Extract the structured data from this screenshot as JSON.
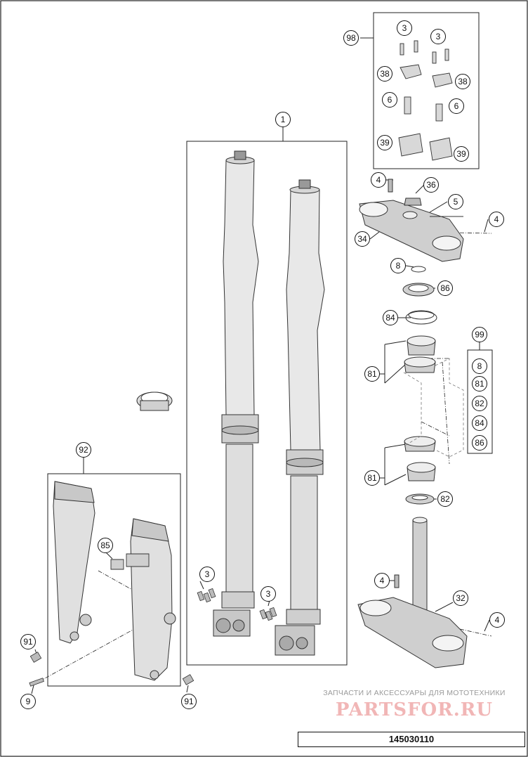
{
  "callouts": [
    {
      "id": "c1",
      "label": "1"
    },
    {
      "id": "c98",
      "label": "98"
    },
    {
      "id": "c3a",
      "label": "3"
    },
    {
      "id": "c3b",
      "label": "3"
    },
    {
      "id": "c38a",
      "label": "38"
    },
    {
      "id": "c38b",
      "label": "38"
    },
    {
      "id": "c6a",
      "label": "6"
    },
    {
      "id": "c6b",
      "label": "6"
    },
    {
      "id": "c39a",
      "label": "39"
    },
    {
      "id": "c39b",
      "label": "39"
    },
    {
      "id": "c4a",
      "label": "4"
    },
    {
      "id": "c36",
      "label": "36"
    },
    {
      "id": "c5",
      "label": "5"
    },
    {
      "id": "c4b",
      "label": "4"
    },
    {
      "id": "c34",
      "label": "34"
    },
    {
      "id": "c8",
      "label": "8"
    },
    {
      "id": "c86",
      "label": "86"
    },
    {
      "id": "c84",
      "label": "84"
    },
    {
      "id": "c99",
      "label": "99"
    },
    {
      "id": "c81a",
      "label": "81"
    },
    {
      "id": "c81b",
      "label": "81"
    },
    {
      "id": "c82",
      "label": "82"
    },
    {
      "id": "c92",
      "label": "92"
    },
    {
      "id": "c85",
      "label": "85"
    },
    {
      "id": "c3c",
      "label": "3"
    },
    {
      "id": "c3d",
      "label": "3"
    },
    {
      "id": "c4c",
      "label": "4"
    },
    {
      "id": "c32",
      "label": "32"
    },
    {
      "id": "c4d",
      "label": "4"
    },
    {
      "id": "c91a",
      "label": "91"
    },
    {
      "id": "c9",
      "label": "9"
    },
    {
      "id": "c91b",
      "label": "91"
    }
  ],
  "kit99_items": [
    "8",
    "81",
    "82",
    "84",
    "86"
  ],
  "watermark": {
    "line1": "ЗАПЧАСТИ И АКСЕССУАРЫ ДЛЯ МОТОТЕХНИКИ",
    "line2": "PARTSFOR.RU"
  },
  "document_number": "145030110"
}
